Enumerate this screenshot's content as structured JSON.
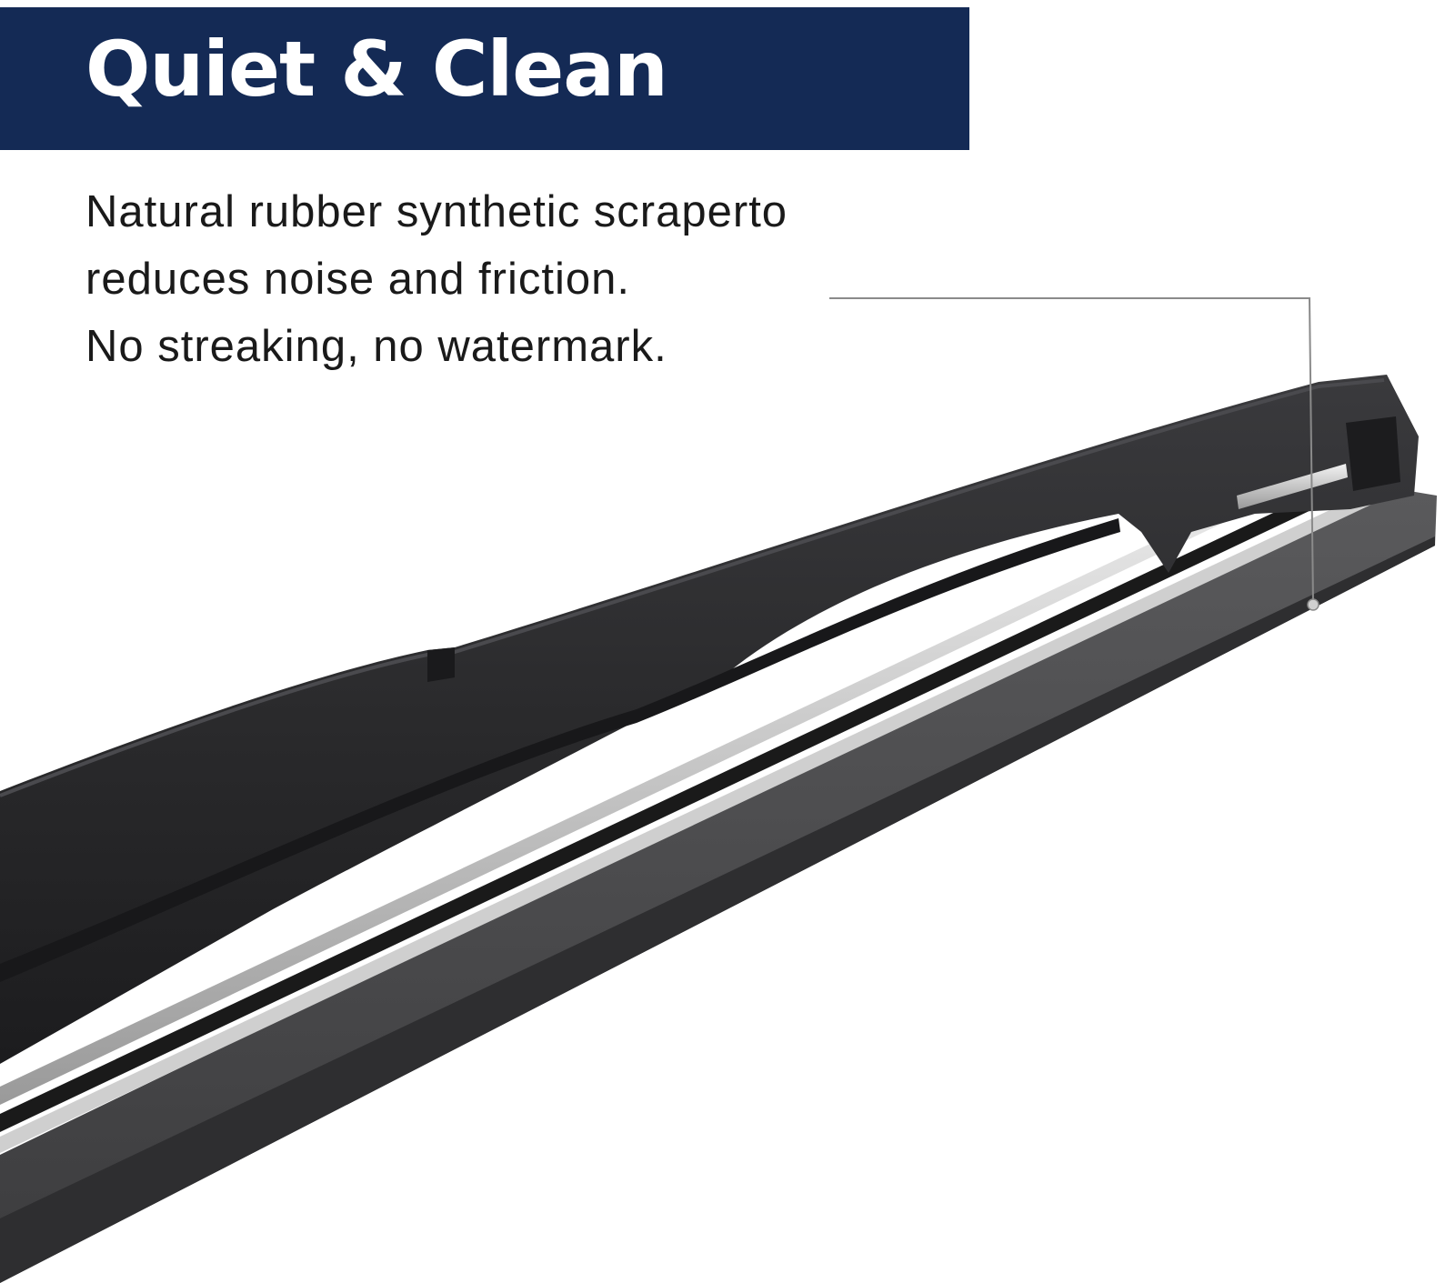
{
  "header": {
    "title": "Quiet & Clean",
    "background_color": "#142a55",
    "text_color": "#ffffff"
  },
  "description": {
    "lines": [
      "Natural rubber synthetic scraperto",
      "reduces noise and friction.",
      "No streaking, no watermark."
    ]
  },
  "illustration": {
    "subject": "rear-wiper-blade-icon",
    "callout_target": "rubber-scraper",
    "colors": {
      "frame": "#2a2a2c",
      "rubber": "#4a4a4c",
      "callout_line": "#8a8a8a"
    }
  }
}
